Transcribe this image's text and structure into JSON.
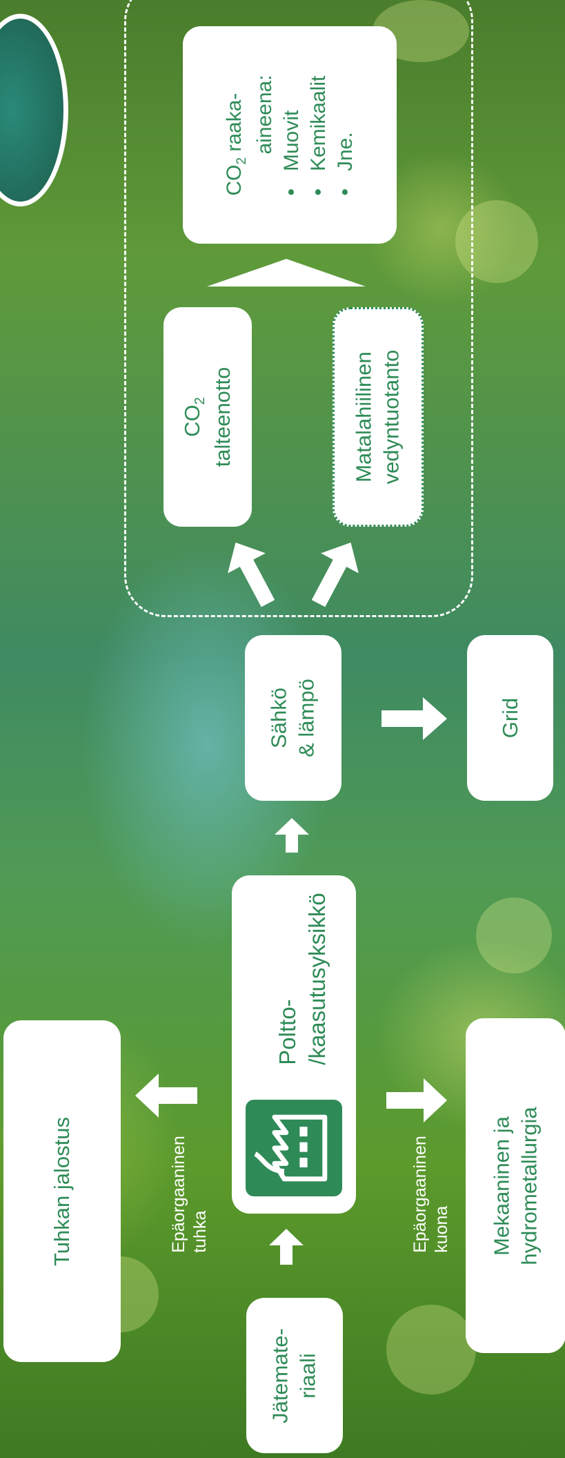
{
  "diagram": {
    "nodes": {
      "jatemateriaali": "Jätemate-\nriaali",
      "poltto_line1": "Poltto-",
      "poltto_line2": "/kaasutusyksikkö",
      "tuhkan_jalostus": "Tuhkan jalostus",
      "mekaaninen": "Mekaaninen ja\nhydrometallurgia",
      "sahko_lampo": "Sähkö\n& lämpö",
      "grid": "Grid",
      "co2_talteenotto_co": "CO",
      "co2_talteenotto_sub": "2",
      "co2_talteenotto_rest": "talteenotto",
      "vedyntuotanto": "Matalahiilinen\nvedyntuotanto",
      "raaka_co": "CO",
      "raaka_sub": "2",
      "raaka_head1": " raaka-",
      "raaka_head2": "aineena:",
      "raaka_items": [
        "Muovit",
        "Kemikaalit",
        "Jne."
      ]
    },
    "edge_labels": {
      "tuhka": "Epäorgaaninen\ntuhka",
      "kuona": "Epäorgaaninen\nkuona"
    },
    "icons": {
      "factory": "factory-icon"
    },
    "colors": {
      "accent": "#2e8b57",
      "box": "#ffffff"
    }
  }
}
